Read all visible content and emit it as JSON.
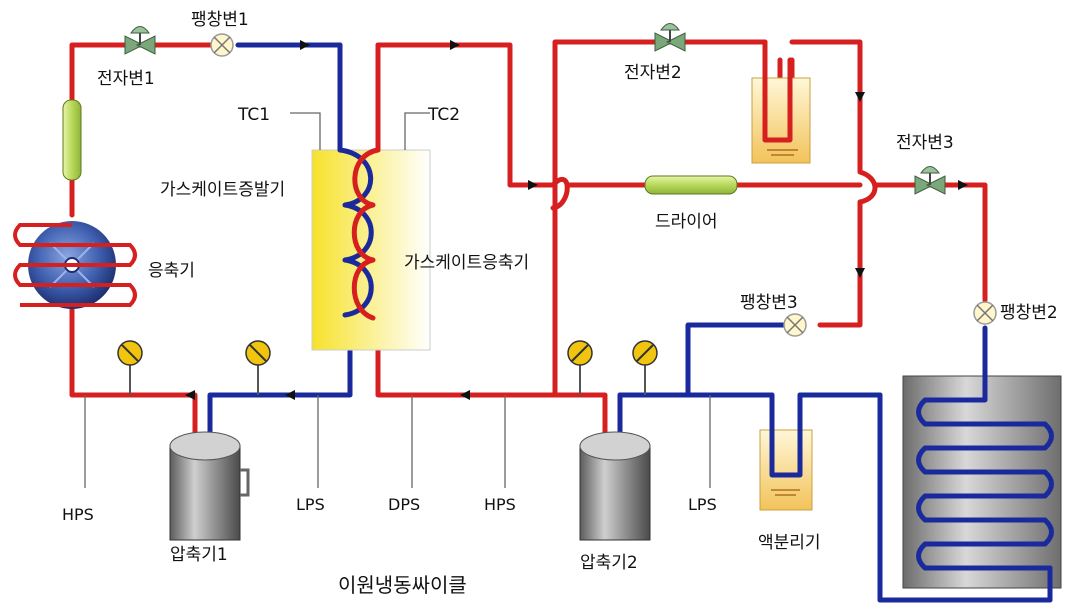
{
  "title": "이원냉동싸이클",
  "labels": {
    "expansion_valve_1": "팽창변1",
    "expansion_valve_2": "팽창변2",
    "expansion_valve_3": "팽창변3",
    "solenoid_valve_1": "전자변1",
    "solenoid_valve_2": "전자변2",
    "solenoid_valve_3": "전자변3",
    "tc1": "TC1",
    "tc2": "TC2",
    "cascade_evaporator": "가스케이트증발기",
    "cascade_condenser": "가스케이트응축기",
    "condenser": "응축기",
    "dryer": "드라이어",
    "compressor_1": "압축기1",
    "compressor_2": "압축기2",
    "accumulator": "액분리기",
    "hps_1": "HPS",
    "lps_1": "LPS",
    "dps": "DPS",
    "hps_2": "HPS",
    "lps_2": "LPS"
  },
  "colors": {
    "high_pressure_line": "#d62020",
    "low_pressure_line": "#1a2a9c",
    "cascade_box": "#f4e73a",
    "gauge": "#f1c40f",
    "compressor": "#8a8a8a",
    "tank": "#f0d690"
  }
}
